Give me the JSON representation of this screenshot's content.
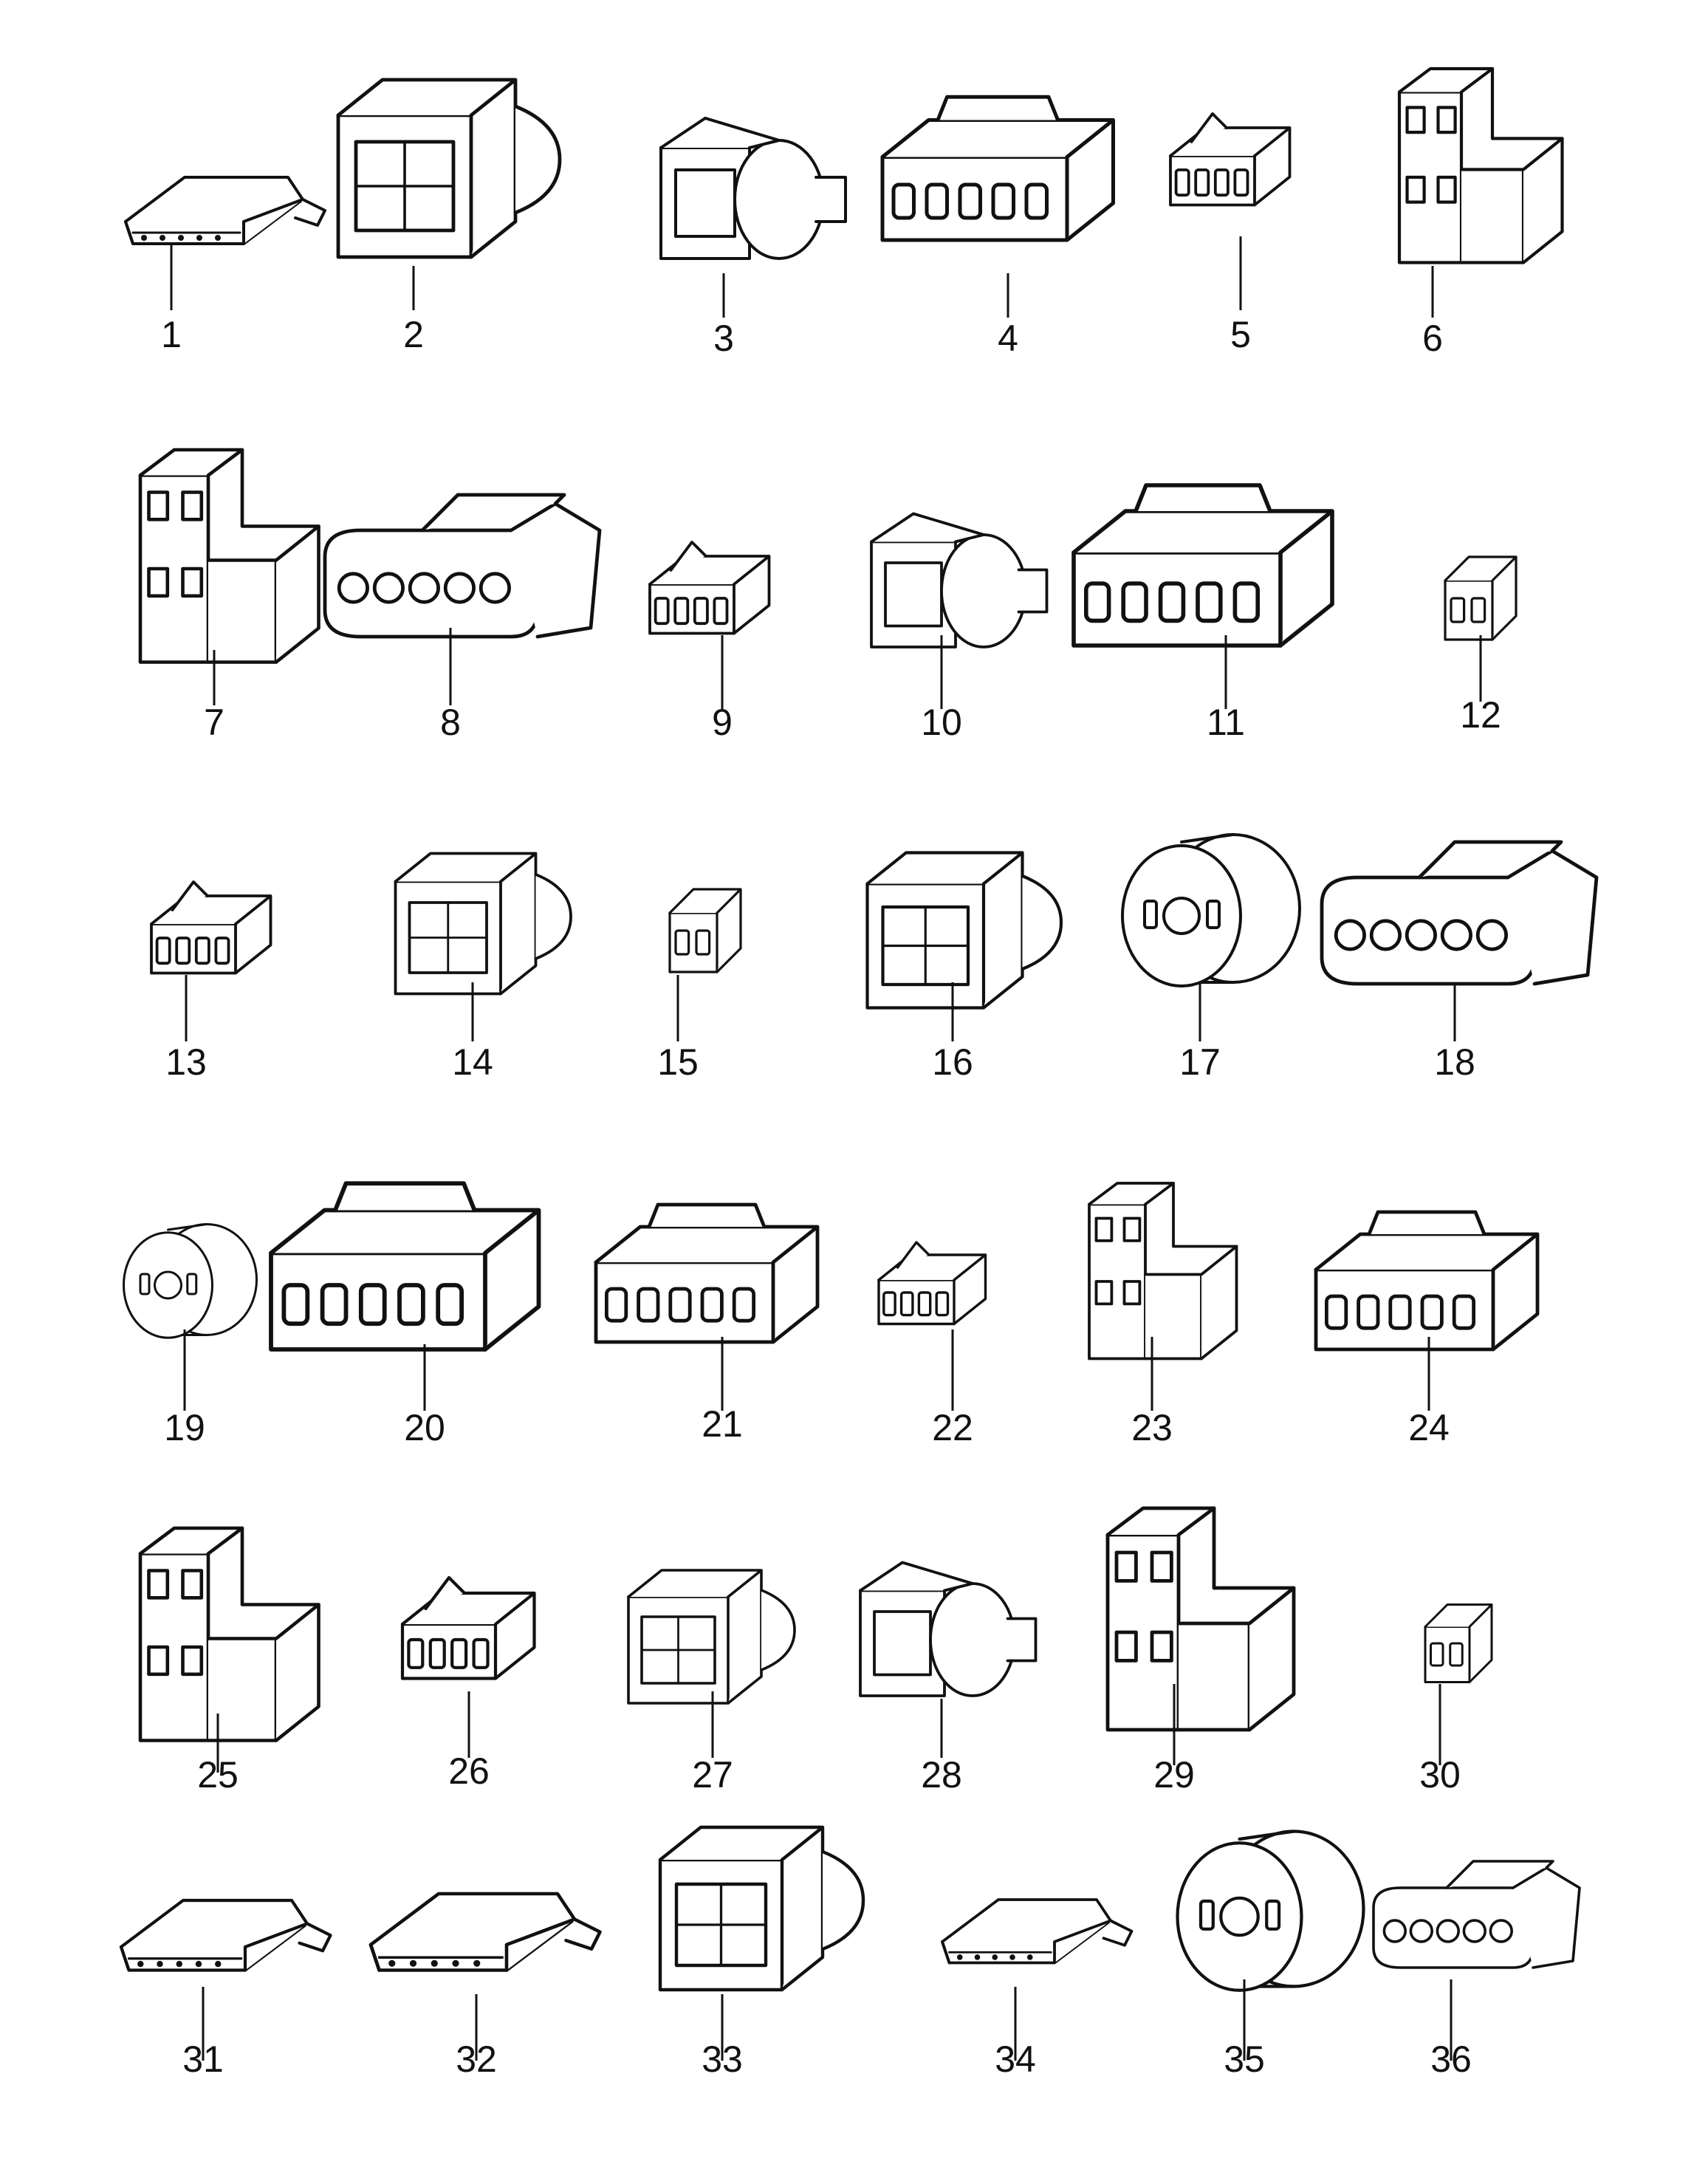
{
  "parts": [
    {
      "label": "1",
      "icon": "flat-pin-connector-icon"
    },
    {
      "label": "2",
      "icon": "box-connector-icon"
    },
    {
      "label": "3",
      "icon": "round-seal-connector-icon"
    },
    {
      "label": "4",
      "icon": "long-box-connector-icon"
    },
    {
      "label": "5",
      "icon": "4-pin-housing-icon"
    },
    {
      "label": "6",
      "icon": "stepped-housing-icon"
    },
    {
      "label": "7",
      "icon": "stepped-housing-icon"
    },
    {
      "label": "8",
      "icon": "5-pin-sealed-connector-icon"
    },
    {
      "label": "9",
      "icon": "4-pin-housing-icon"
    },
    {
      "label": "10",
      "icon": "round-seal-connector-icon"
    },
    {
      "label": "11",
      "icon": "long-box-connector-icon"
    },
    {
      "label": "12",
      "icon": "2-pin-housing-icon"
    },
    {
      "label": "13",
      "icon": "4-pin-housing-icon"
    },
    {
      "label": "14",
      "icon": "box-connector-icon"
    },
    {
      "label": "15",
      "icon": "2-pin-housing-icon"
    },
    {
      "label": "16",
      "icon": "box-connector-icon"
    },
    {
      "label": "17",
      "icon": "round-connector-icon"
    },
    {
      "label": "18",
      "icon": "5-pin-sealed-connector-icon"
    },
    {
      "label": "19",
      "icon": "round-connector-icon"
    },
    {
      "label": "20",
      "icon": "long-box-connector-icon"
    },
    {
      "label": "21",
      "icon": "long-box-connector-icon"
    },
    {
      "label": "22",
      "icon": "4-pin-housing-icon"
    },
    {
      "label": "23",
      "icon": "stepped-housing-icon"
    },
    {
      "label": "24",
      "icon": "long-box-connector-icon"
    },
    {
      "label": "25",
      "icon": "stepped-housing-icon"
    },
    {
      "label": "26",
      "icon": "4-pin-housing-icon"
    },
    {
      "label": "27",
      "icon": "box-connector-icon"
    },
    {
      "label": "28",
      "icon": "round-seal-connector-icon"
    },
    {
      "label": "29",
      "icon": "stepped-housing-icon"
    },
    {
      "label": "30",
      "icon": "2-pin-housing-icon"
    },
    {
      "label": "31",
      "icon": "flat-pin-connector-icon"
    },
    {
      "label": "32",
      "icon": "flat-pin-connector-icon"
    },
    {
      "label": "33",
      "icon": "box-connector-icon"
    },
    {
      "label": "34",
      "icon": "flat-pin-connector-icon"
    },
    {
      "label": "35",
      "icon": "round-connector-icon"
    },
    {
      "label": "36",
      "icon": "5-pin-sealed-connector-icon"
    }
  ]
}
